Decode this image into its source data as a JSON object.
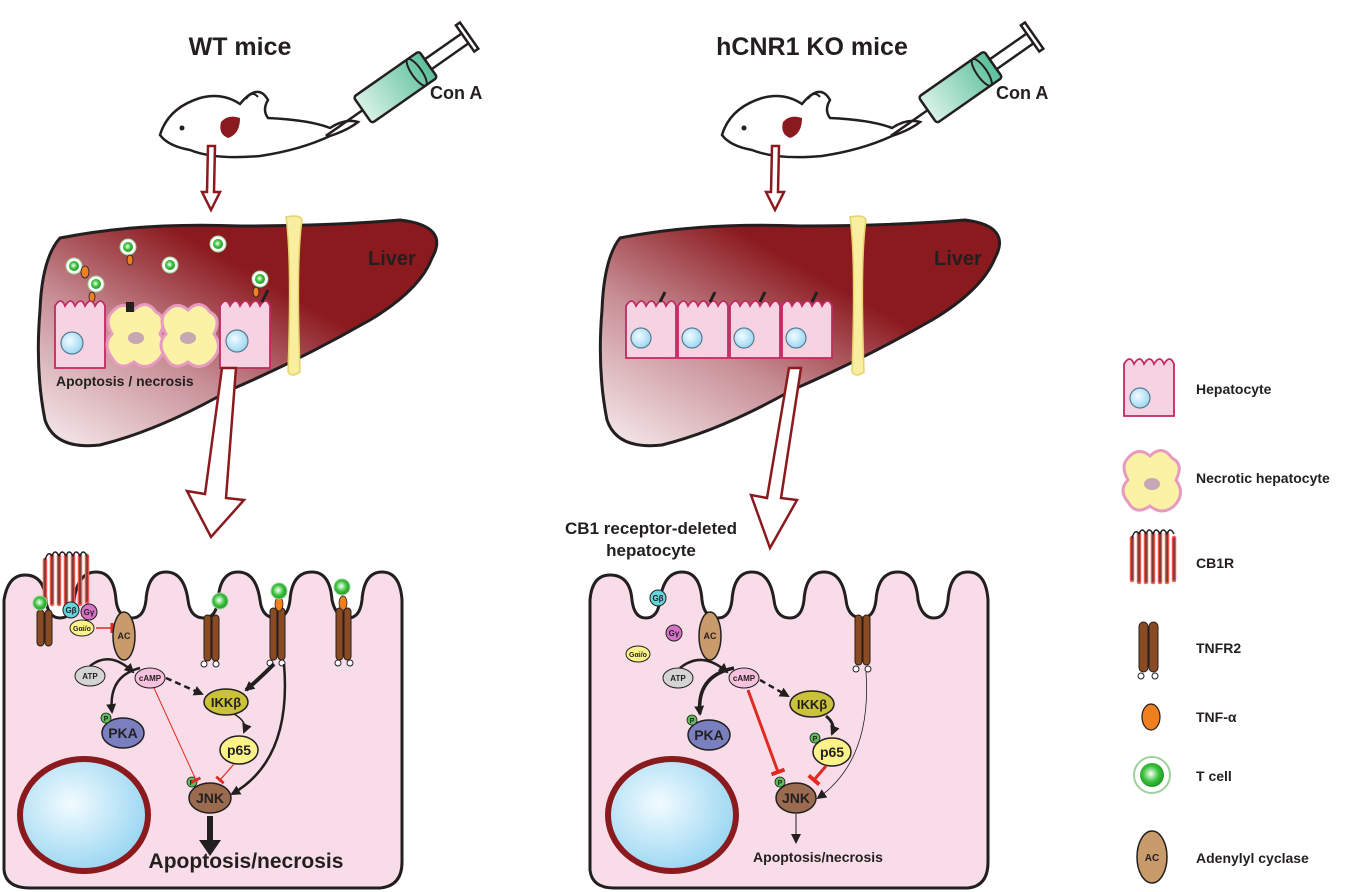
{
  "panels": {
    "wt": {
      "title": "WT mice",
      "injection_label": "Con A",
      "organ_label": "Liver",
      "liver_caption": "Apoptosis / necrosis",
      "outcome": "Apoptosis/necrosis"
    },
    "ko": {
      "title": "hCNR1 KO mice",
      "injection_label": "Con A",
      "organ_label": "Liver",
      "cell_caption_line1": "CB1 receptor-deleted",
      "cell_caption_line2": "hepatocyte",
      "outcome": "Apoptosis/necrosis"
    }
  },
  "molecules": {
    "atp": "ATP",
    "camp": "cAMP",
    "ikk": "IKKβ",
    "pka": "PKA",
    "p65": "p65",
    "jnk": "JNK",
    "gb": "Gβ",
    "gy": "Gγ",
    "gai": "Gαi/o",
    "ac": "AC",
    "phospho": "P"
  },
  "legend": [
    {
      "key": "hepatocyte",
      "label": "Hepatocyte"
    },
    {
      "key": "necrotic",
      "label": "Necrotic hepatocyte"
    },
    {
      "key": "cb1r",
      "label": "CB1R"
    },
    {
      "key": "tnfr2",
      "label": "TNFR2"
    },
    {
      "key": "tnfa",
      "label": "TNF-α"
    },
    {
      "key": "tcell",
      "label": "T cell"
    },
    {
      "key": "ac",
      "label": "Adenylyl cyclase",
      "icon_text": "AC"
    }
  ],
  "colors": {
    "liver_dark": "#8b1a1f",
    "liver_light": "#f3e4e6",
    "cell_fill": "#f7dbe8",
    "nucleus": "#bde6f7",
    "nucleus_rim": "#8b1a1f",
    "cb1r": "#e85a50",
    "tnfr2": "#8a4a22",
    "tnfa": "#f07f1e",
    "tcell": "#3cc43c",
    "syringe": "#8fd6b8",
    "inhibit": "#e02a22",
    "ikk": "#c9c23a",
    "p65": "#fbf38a",
    "pka": "#7a7fbf",
    "jnk": "#9a6b4e",
    "gb": "#62d5dc",
    "gy": "#d772c9",
    "ac": "#c99a6a"
  }
}
